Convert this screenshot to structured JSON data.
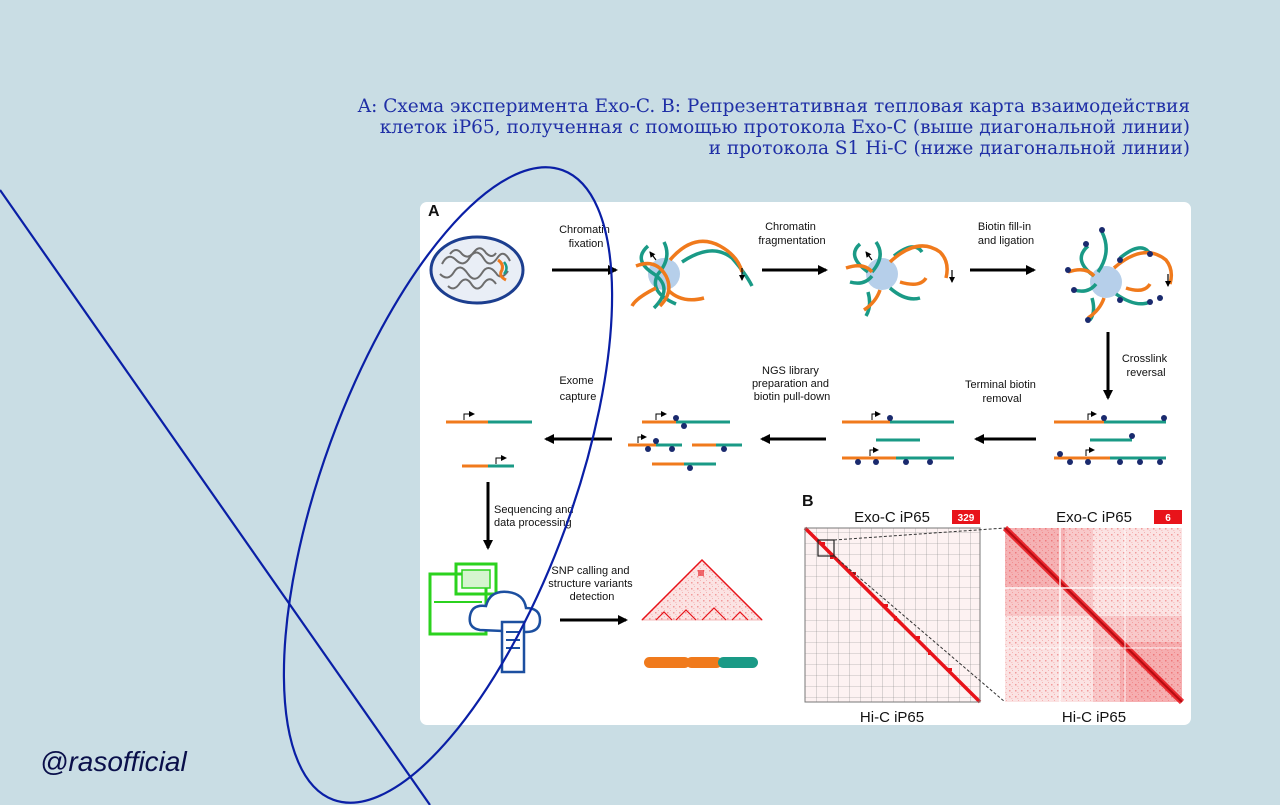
{
  "caption": {
    "line1": "A: Схема эксперимента Exo-C. B: Репрезентативная тепловая карта взаимодействия",
    "line2": "клеток iP65, полученная с помощью протокола Exo-C (выше диагональной линии)",
    "line3": "и протокола S1 Hi-C (ниже диагональной линии)"
  },
  "figure": {
    "panel_a": {
      "label": "A",
      "steps": {
        "fixation": [
          "Chromatin",
          "fixation"
        ],
        "fragmentation": [
          "Chromatin",
          "fragmentation"
        ],
        "fillin": [
          "Biotin fill-in",
          "and ligation"
        ],
        "crosslink": [
          "Crosslink",
          "reversal"
        ],
        "terminal": [
          "Terminal biotin",
          "removal"
        ],
        "ngs": [
          "NGS library",
          "preparation and",
          "biotin pull-down"
        ],
        "exome": [
          "Exome",
          "capture"
        ],
        "sequencing": [
          "Sequencing and",
          "data processing"
        ],
        "snp": [
          "SNP calling and",
          "structure variants",
          "detection"
        ]
      }
    },
    "panel_b": {
      "label": "B",
      "left_top": "Exo-C iP65",
      "left_bottom": "Hi-C iP65",
      "left_badge": "329",
      "right_top": "Exo-C iP65",
      "right_bottom": "Hi-C iP65",
      "right_badge": "6"
    }
  },
  "handle": "@rasofficial",
  "colors": {
    "background": "#c9dde4",
    "caption_text": "#1f2fa6",
    "orange": "#f07a1c",
    "teal": "#1a9a86",
    "heatmap_red": "#e8131a",
    "biotin_dot": "#1a2a6e",
    "sequencer_green": "#2bd21e",
    "cloud_blue": "#1c4fa0",
    "deco_line": "#0a1fa6"
  }
}
